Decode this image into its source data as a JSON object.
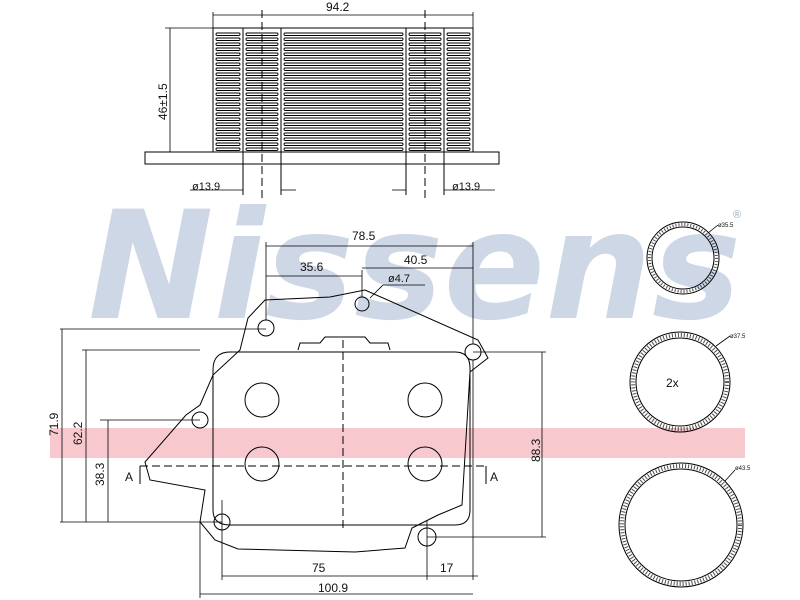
{
  "brand": {
    "watermark": "Nissens",
    "registered_mark": "®",
    "watermark_color": "#c9d3e3",
    "stripe_color": "#f4b7bf"
  },
  "top_view": {
    "width_label": "94.2",
    "height_label": "46±1.5",
    "left_port_label": "ø13.9",
    "right_port_label": "ø13.9"
  },
  "front_view": {
    "dim_78_5": "78.5",
    "dim_35_6": "35.6",
    "dim_40_5": "40.5",
    "hole_label": "ø4.7",
    "dim_71_9": "71.9",
    "dim_62_2": "62.2",
    "dim_38_3": "38.3",
    "dim_88_3": "88.3",
    "dim_75": "75",
    "dim_17": "17",
    "dim_100_9": "100.9",
    "section_left": "A",
    "section_right": "A"
  },
  "seals": {
    "seal1_label": "ø35.5",
    "seal2_label": "ø37.5",
    "seal2_qty": "2x",
    "seal3_label": "ø43.5"
  }
}
